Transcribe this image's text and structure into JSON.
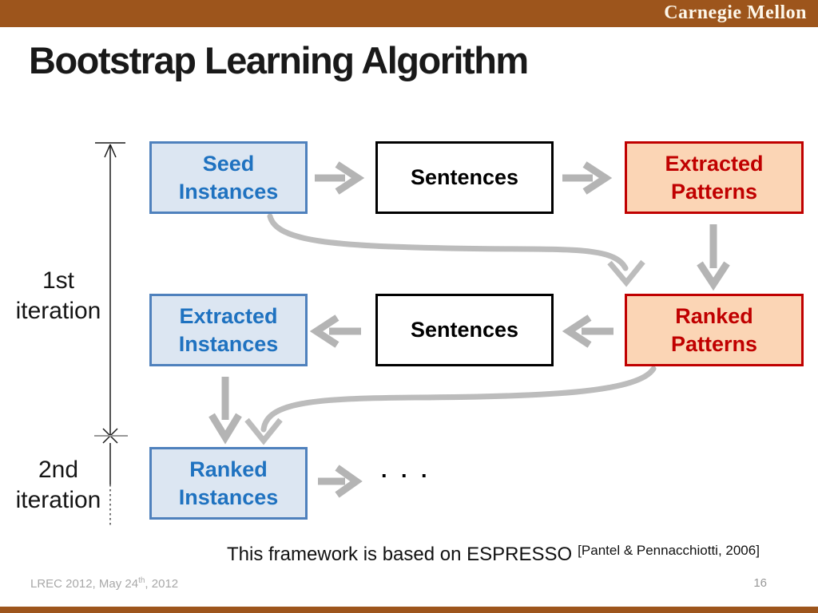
{
  "banner": {
    "brand": "Carnegie Mellon"
  },
  "slide": {
    "title": "Bootstrap Learning Algorithm"
  },
  "diagram": {
    "iteration_labels": {
      "first": "1st\niteration",
      "second": "2nd\niteration"
    },
    "boxes": {
      "seed_instances": {
        "label": "Seed\nInstances",
        "variant": "blue"
      },
      "sentences_top": {
        "label": "Sentences",
        "variant": "white"
      },
      "extracted_patterns": {
        "label": "Extracted\nPatterns",
        "variant": "orange"
      },
      "extracted_instances": {
        "label": "Extracted\nInstances",
        "variant": "blue"
      },
      "sentences_mid": {
        "label": "Sentences",
        "variant": "white"
      },
      "ranked_patterns": {
        "label": "Ranked\nPatterns",
        "variant": "orange"
      },
      "ranked_instances": {
        "label": "Ranked\nInstances",
        "variant": "blue"
      }
    },
    "ellipsis": ". . .",
    "colors": {
      "blue_fill": "#dce6f2",
      "blue_border": "#4f81bd",
      "blue_text": "#1f72c0",
      "orange_fill": "#fbd5b5",
      "orange_border": "#c00000",
      "orange_text": "#c00000",
      "white_fill": "#ffffff",
      "white_border": "#000000",
      "arrow_gray": "#b4b4b4",
      "dimension_line": "#1a1a1a"
    }
  },
  "footnote": {
    "text": "This framework is based on ESPRESSO",
    "citation": "[Pantel & Pennacchiotti, 2006]"
  },
  "footer": {
    "date_prefix": "LREC 2012, May 24",
    "date_sup": "th",
    "date_suffix": ", 2012",
    "page_number": "16"
  },
  "theme": {
    "banner_color": "#9d551c",
    "bottom_bar_color": "#9d551c"
  }
}
